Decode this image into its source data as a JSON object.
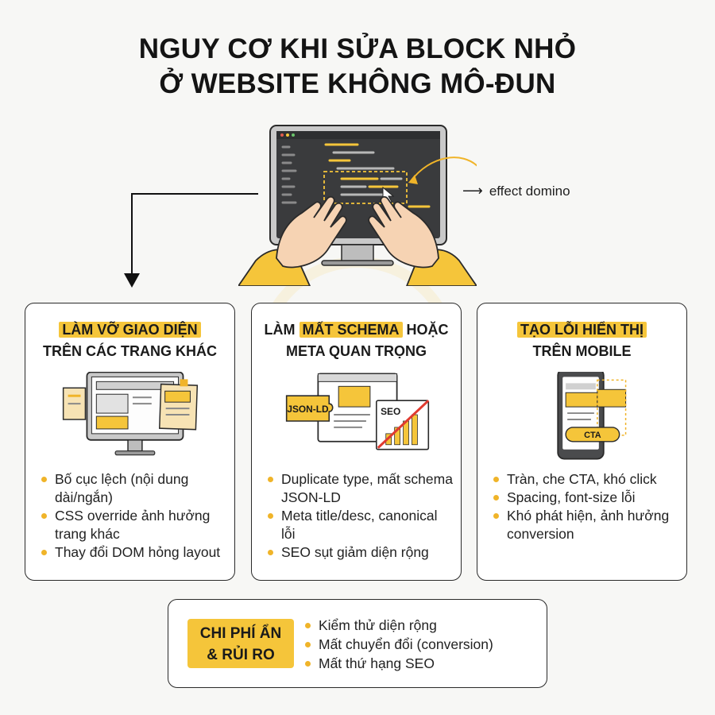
{
  "title": {
    "line1": "NGUY CƠ KHI SỬA BLOCK NHỎ",
    "line2": "Ở WEBSITE KHÔNG MÔ-ĐUN"
  },
  "hero": {
    "annotation": "effect domino"
  },
  "cards": [
    {
      "head_highlight": "LÀM VỠ GIAO DIỆN",
      "head_rest": "TRÊN CÁC TRANG KHÁC",
      "bullets": [
        "Bố cục lệch (nội dung dài/ngắn)",
        "CSS override ảnh hưởng trang khác",
        "Thay đổi DOM hỏng layout"
      ]
    },
    {
      "head_pre": "LÀM ",
      "head_highlight": "MẤT SCHEMA",
      "head_post": " HOẶC",
      "head_rest": "META QUAN TRỌNG",
      "tag_jsonld": "JSON-LD",
      "tag_seo": "SEO",
      "bullets": [
        "Duplicate type, mất schema JSON-LD",
        "Meta title/desc, canonical lỗi",
        "SEO sụt giảm diện rộng"
      ]
    },
    {
      "head_highlight": "TẠO LỖI HIỂN THỊ",
      "head_rest": "TRÊN MOBILE",
      "cta_label": "CTA",
      "bullets": [
        "Tràn, che CTA, khó click",
        "Spacing, font-size lỗi",
        "Khó phát hiện, ảnh hưởng conversion"
      ]
    }
  ],
  "summary": {
    "badge_line1": "CHI PHÍ ẨN",
    "badge_line2": "& RỦI RO",
    "bullets": [
      "Kiểm thử diện rộng",
      "Mất chuyển đổi (conversion)",
      "Mất thứ hạng SEO"
    ]
  },
  "colors": {
    "accent": "#f5c53a",
    "bullet": "#f0b429",
    "ink": "#2a2a2a",
    "error": "#e03a2f"
  }
}
